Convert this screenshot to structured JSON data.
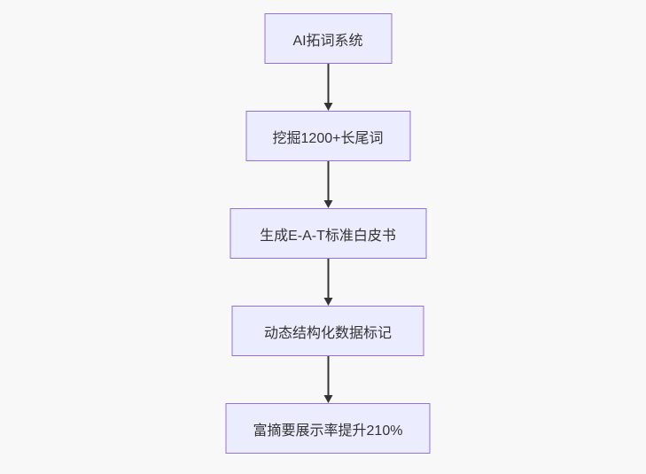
{
  "page": {
    "background_color": "#f8f8f8"
  },
  "flowchart": {
    "type": "flowchart",
    "direction": "top-down",
    "node_fill_color": "#ececff",
    "node_border_color": "#9370db",
    "node_text_color": "#333333",
    "arrow_color": "#333333",
    "nodes": [
      {
        "label": "AI拓词系统"
      },
      {
        "label": "挖掘1200+长尾词"
      },
      {
        "label": "生成E-A-T标准白皮书"
      },
      {
        "label": "动态结构化数据标记"
      },
      {
        "label": "富摘要展示率提升210%"
      }
    ],
    "edges": [
      {
        "from": "AI拓词系统",
        "to": "挖掘1200+长尾词"
      },
      {
        "from": "挖掘1200+长尾词",
        "to": "生成E-A-T标准白皮书"
      },
      {
        "from": "生成E-A-T标准白皮书",
        "to": "动态结构化数据标记"
      },
      {
        "from": "动态结构化数据标记",
        "to": "富摘要展示率提升210%"
      }
    ]
  }
}
